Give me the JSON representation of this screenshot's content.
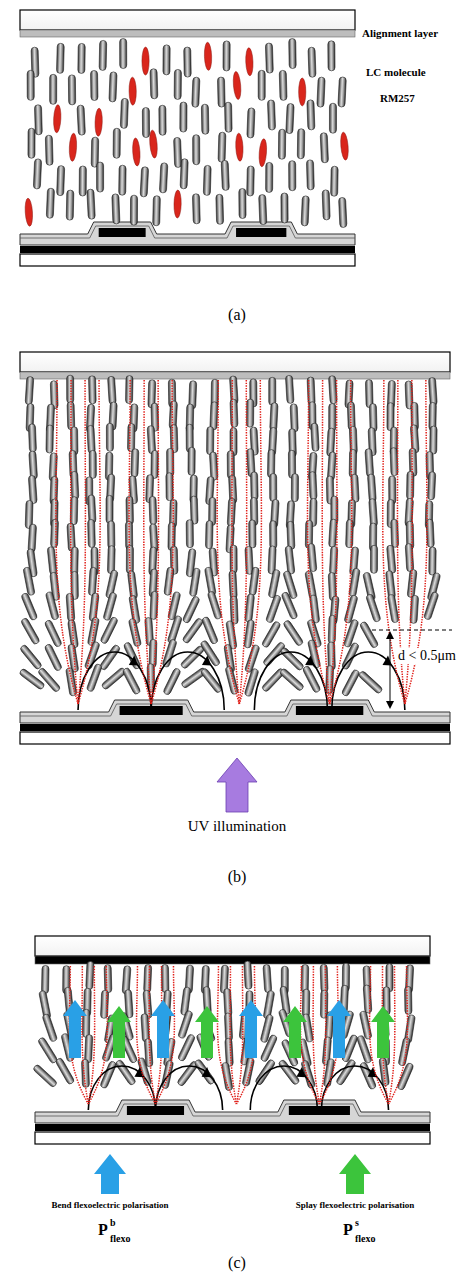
{
  "diagram": {
    "labels": [
      "Alignment layer",
      "LC molecule",
      "RM257",
      "(a)",
      "d < 0.5μm",
      "UV illumination",
      "(b)",
      "P",
      "b",
      "flexo",
      "P",
      "s",
      "flexo",
      "(c)"
    ],
    "legend": [
      {
        "text": "Bend flexoelectric polarisation",
        "color": "#29a0e6"
      },
      {
        "text": "Splay flexoelectric polarisation",
        "color": "#3cc43c"
      }
    ]
  }
}
